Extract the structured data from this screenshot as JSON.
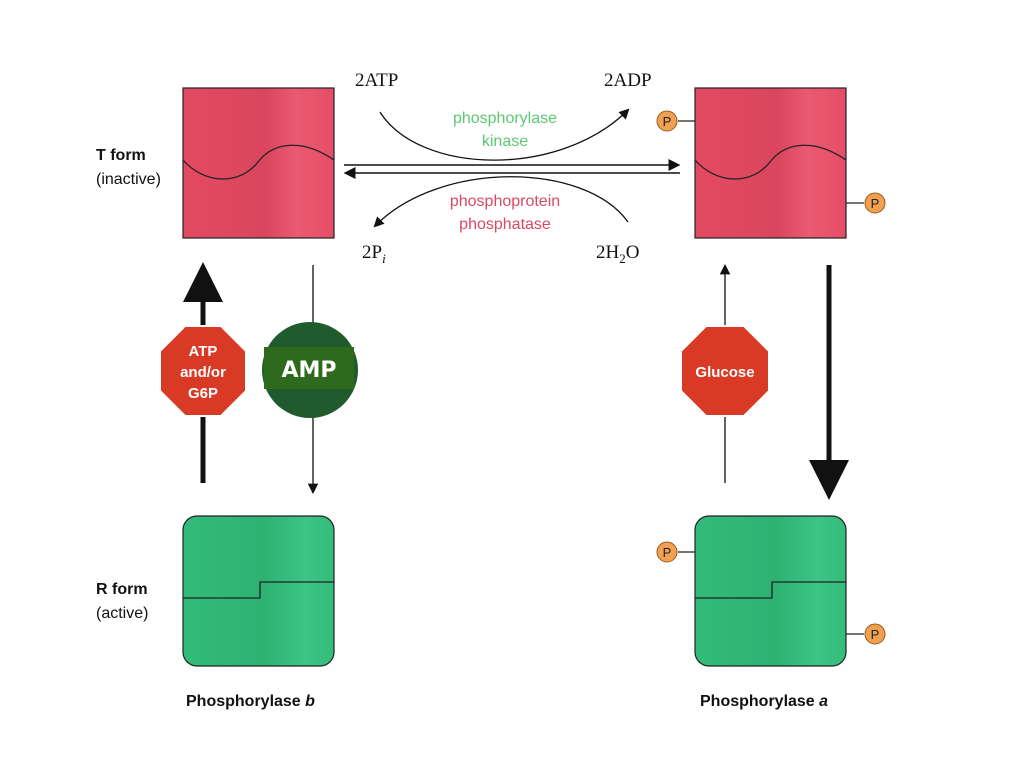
{
  "labels": {
    "t_form": "T form",
    "t_form_state": "(inactive)",
    "r_form": "R form",
    "r_form_state": "(active)",
    "phosphorylase_b_prefix": "Phosphorylase ",
    "phosphorylase_b_letter": "b",
    "phosphorylase_a_prefix": "Phosphorylase ",
    "phosphorylase_a_letter": "a"
  },
  "reaction": {
    "atp": "2ATP",
    "adp": "2ADP",
    "pi_main": "2P",
    "pi_sub": "i",
    "water_a": "2H",
    "water_sub": "2",
    "water_b": "O",
    "kinase_line1": "phosphorylase",
    "kinase_line2": "kinase",
    "phosphatase_line1": "phosphoprotein",
    "phosphatase_line2": "phosphatase"
  },
  "effectors": {
    "inhibitor_left_line1": "ATP",
    "inhibitor_left_line2": "and/or",
    "inhibitor_left_line3": "G6P",
    "activator": "AMP",
    "inhibitor_right": "Glucose"
  },
  "phosphate_label": "P",
  "colors": {
    "t_form": "#e0465e",
    "r_form": "#2fb876",
    "kinase_text": "#5dc873",
    "phosphatase_text": "#d74a63",
    "stop_sign": "#d93a26",
    "amp_circle": "#1f5b2c",
    "phosphate": "#f0a050"
  }
}
